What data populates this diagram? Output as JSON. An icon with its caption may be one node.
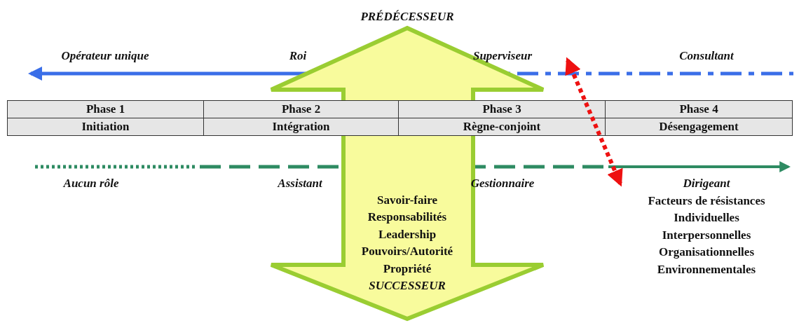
{
  "diagram": {
    "nodes": [
      {
        "text": [
          "PRÉDÉCESSEUR",
          "Savoir-faire",
          "Responsabilités",
          "Leadership",
          "Pouvoirs/Autorité",
          "Propriété",
          "SUCCESSEUR"
        ]
      }
    ],
    "labels": [
      "Opérateur unique",
      "Roi",
      "Superviseur",
      "Consultant",
      "Phase 1",
      "Phase 2",
      "Phase 3",
      "Phase 4",
      "Initiation",
      "Intégration",
      "Règne-conjoint",
      "Désengagement",
      "Aucun rôle",
      "Assistant",
      "Gestionnaire",
      "Dirigeant",
      "Facteurs de résistances",
      "Individuelles",
      "Interpersonnelles",
      "Organisationnelles",
      "Environnementales"
    ]
  }
}
